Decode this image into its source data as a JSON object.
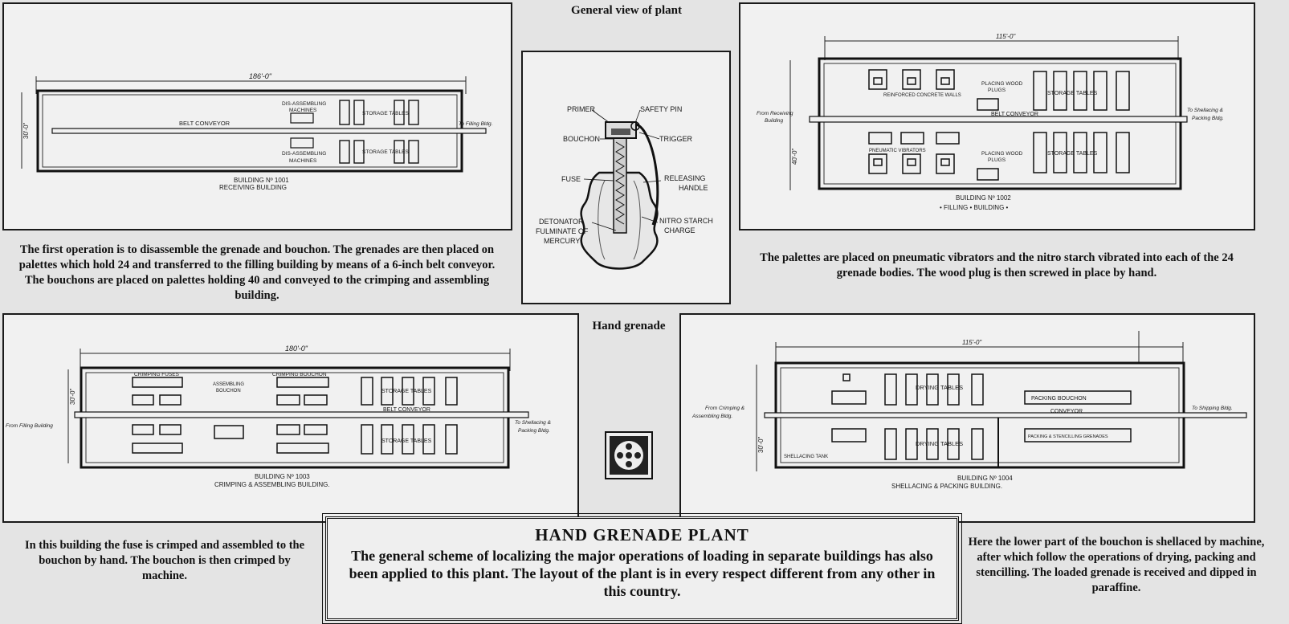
{
  "main_title": "HAND GRENADE PLANT",
  "main_text": "The general scheme of localizing the major operations of loading in separate buildings has also been applied to this plant. The layout of the plant is in every respect different from any other in this country.",
  "general_view_label": "General view of plant",
  "hand_grenade_label": "Hand grenade",
  "grenade_diagram": {
    "primer": "PRIMER",
    "safety_pin": "SAFETY PIN",
    "bouchon": "BOUCHON",
    "trigger": "TRIGGER",
    "fuse": "FUSE",
    "releasing": "RELEASING",
    "handle": "HANDLE",
    "detonator": "DETONATOR",
    "fulminate": "FULMINATE OF",
    "mercury": "MERCURY",
    "nitro": "NITRO STARCH",
    "charge": "CHARGE"
  },
  "building_1001": {
    "dimension": "186'-0\"",
    "side_dimension": "30'-0\"",
    "conveyor": "BELT CONVEYOR",
    "machines_top_1": "DIS-ASSEMBLING",
    "machines_top_2": "MACHINES",
    "machines_bottom_1": "DIS-ASSEMBLING",
    "machines_bottom_2": "MACHINES",
    "storage_top": "STORAGE TABLES",
    "storage_bottom": "STORAGE TABLES",
    "to_label": "To Filling Bldg.",
    "number": "BUILDING Nº 1001",
    "name": "RECEIVING BUILDING",
    "caption": "The first operation is to disassemble the grenade and bouchon. The grenades are then placed on palettes which hold 24 and transferred to the filling building by means of a 6-inch belt conveyor. The bouchons are placed on palettes holding 40 and conveyed to the crimping and assembling building."
  },
  "building_1002": {
    "dimension": "115'-0\"",
    "side_dimension": "40'-0\"",
    "conveyor": "BELT CONVEYOR",
    "walls": "REINFORCED CONCRETE WALLS",
    "plugs_top_1": "PLACING WOOD",
    "plugs_top_2": "PLUGS",
    "plugs_bottom_1": "PLACING WOOD",
    "plugs_bottom_2": "PLUGS",
    "vibrators": "PNEUMATIC VIBRATORS",
    "storage_top": "STORAGE TABLES",
    "storage_bottom": "STORAGE TABLES",
    "from_label_1": "From Receiving",
    "from_label_2": "Building",
    "to_label_1": "To Shellacing &",
    "to_label_2": "Packing Bldg.",
    "number": "BUILDING Nº 1002",
    "name": "• FILLING • BUILDING •",
    "caption": "The palettes are placed on pneumatic vibrators and the nitro starch vibrated into each of the 24 grenade bodies. The wood plug is then screwed in place by hand."
  },
  "building_1003": {
    "dimension": "180'-0\"",
    "side_dimension": "30'-0\"",
    "conveyor": "BELT CONVEYOR",
    "crimping_fuses": "CRIMPING FUSES",
    "assembling_1": "ASSEMBLING",
    "assembling_2": "BOUCHON",
    "crimping_bouchon": "CRIMPING BOUCHON",
    "storage_top": "STORAGE TABLES",
    "storage_bottom": "STORAGE TABLES",
    "from_label": "From Filling Building",
    "to_label_1": "To Shellacing &",
    "to_label_2": "Packing Bldg.",
    "number": "BUILDING Nº 1003",
    "name": "CRIMPING & ASSEMBLING BUILDING.",
    "caption": "In this building the fuse is crimped and assembled to the bouchon by hand. The bouchon is then crimped by machine."
  },
  "building_1004": {
    "dimension": "115'-0\"",
    "side_dimension": "30'-0\"",
    "conveyor": "CONVEYOR",
    "drying_top": "DRYING TABLES",
    "drying_bottom": "DRYING TABLES",
    "packing_bouchon": "PACKING BOUCHON",
    "packing_stencilling": "PACKING & STENCILLING GRENADES",
    "shellacing_tank": "SHELLACING TANK",
    "from_label_1": "From Crimping &",
    "from_label_2": "Assembling Bldg.",
    "to_label": "To Shipping Bldg.",
    "number": "BUILDING Nº 1004",
    "name": "SHELLACING & PACKING BUILDING.",
    "caption": "Here the lower part of the bouchon is shellaced by machine, after which follow the operations of drying, packing and stencilling. The loaded grenade is received and dipped in paraffine."
  }
}
